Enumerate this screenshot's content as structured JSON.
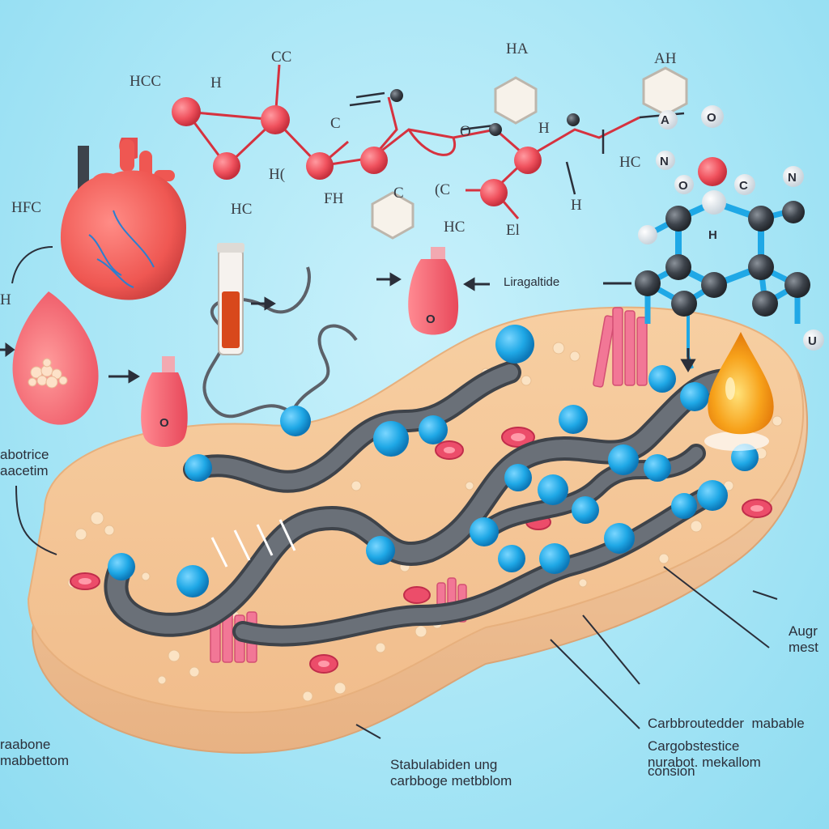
{
  "colors": {
    "background": "#a9e6f6",
    "tissue": "#f4c79a",
    "tissue_edge": "#e7b07d",
    "atom_red": "#f0525e",
    "atom_blue": "#1fa8e6",
    "chain_gray": "#5b6169",
    "heart_red": "#f0605e",
    "droplet_orange": "#f7a21b"
  },
  "chemistry_labels": {
    "hcc_top_left": "HCC",
    "cc_top": "CC",
    "h_near_ring": "H",
    "ha_top": "HA",
    "ah_top_right": "AH",
    "c_mid": "C",
    "o_mid": "O",
    "h_mid": "H",
    "hc_right": "HC",
    "h_paren": "H(",
    "fh": "FH",
    "hc_lower": "HC",
    "c_lower": "C",
    "c_paren": "(C",
    "h_under": "H",
    "hc_under": "HC",
    "el": "El",
    "hfc_left": "HFC",
    "h_left_edge": "H"
  },
  "atom_labels": {
    "a_atom": "A",
    "n_atom": "N",
    "o_atom_red": "O",
    "c_atom_red": "C",
    "o_atom_small": "O",
    "n_atom_right": "N",
    "h_atom_ring": "H",
    "u_atom": "U"
  },
  "flask_labels": {
    "flask_lower_o": "O",
    "flask_upper_o": "O"
  },
  "callouts": {
    "liragaltide": "Liragaltide",
    "left_mid": [
      "abotrice",
      "aacetim"
    ],
    "left_bottom": [
      "raabone",
      "mabbettom"
    ],
    "bottom_center": [
      "Stabulabiden ung",
      "carbboge metbblom"
    ],
    "right_mid": [
      "Carbbroutedder  mabable",
      "consion"
    ],
    "right_bottom": [
      "Cargobstestice",
      "nurabot. mekallom"
    ],
    "far_right": [
      "Augr",
      "mest"
    ]
  }
}
